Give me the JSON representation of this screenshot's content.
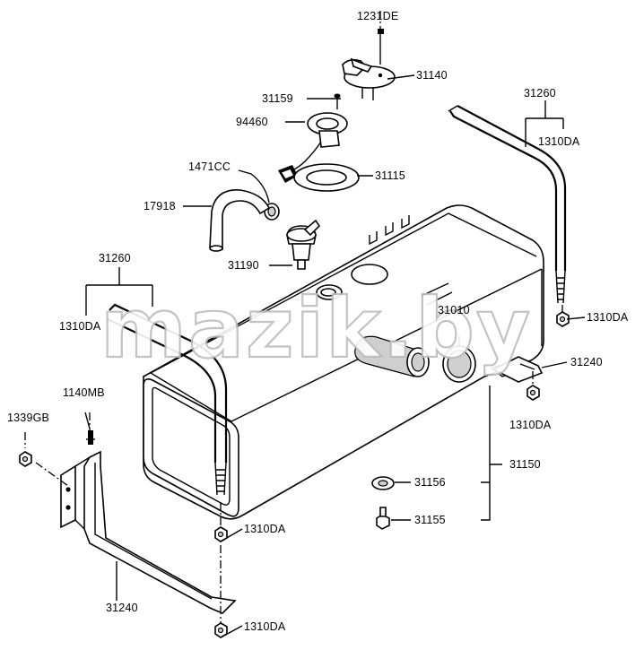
{
  "diagram": {
    "watermark": "mazik.by",
    "labels": {
      "l_1231DE": "1231DE",
      "l_31140": "31140",
      "l_31159": "31159",
      "l_94460": "94460",
      "l_1471CC": "1471CC",
      "l_31115": "31115",
      "l_17918": "17918",
      "l_31190": "31190",
      "l_31260_right": "31260",
      "l_1310DA_right_top": "1310DA",
      "l_31260_left": "31260",
      "l_1310DA_left_top": "1310DA",
      "l_31010": "31010",
      "l_1310DA_right_nut": "1310DA",
      "l_31240_right": "31240",
      "l_1310DA_right_lower": "1310DA",
      "l_1140MB": "1140MB",
      "l_1339GB": "1339GB",
      "l_31150": "31150",
      "l_31156": "31156",
      "l_31155": "31155",
      "l_1310DA_bottom_1": "1310DA",
      "l_31240_left": "31240",
      "l_1310DA_bottom_2": "1310DA"
    }
  }
}
